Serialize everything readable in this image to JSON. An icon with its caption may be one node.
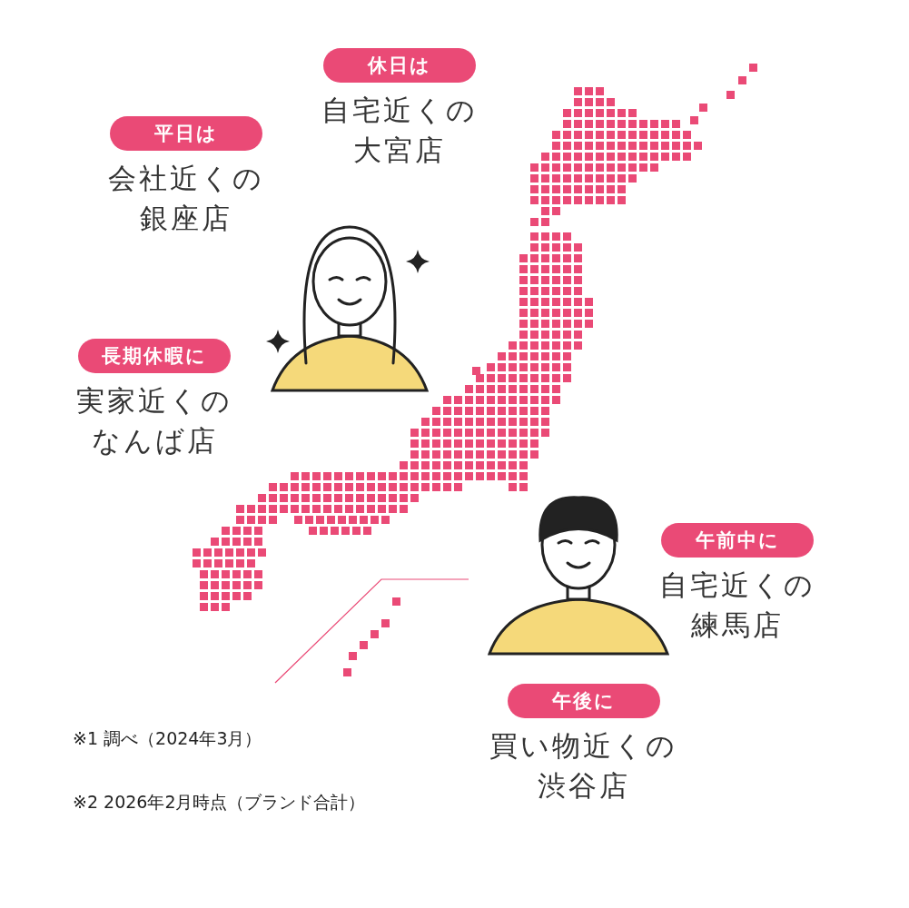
{
  "diagram": {
    "nodes": [
      {
        "text": [
          "平日は",
          "会社近くの銀座店"
        ]
      },
      {
        "text": [
          "休日は",
          "自宅近くの大宮店"
        ]
      },
      {
        "text": [
          "長期休暇に",
          "実家近くのなんば店"
        ]
      },
      {
        "text": [
          "午前中に",
          "自宅近くの練馬店"
        ]
      },
      {
        "text": [
          "午後に",
          "買い物近くの渋谷店"
        ]
      }
    ],
    "edges": [],
    "labels": [
      "※1 調べ（2024年3月）",
      "※2 2026年2月時点（ブランド合計）"
    ]
  }
}
